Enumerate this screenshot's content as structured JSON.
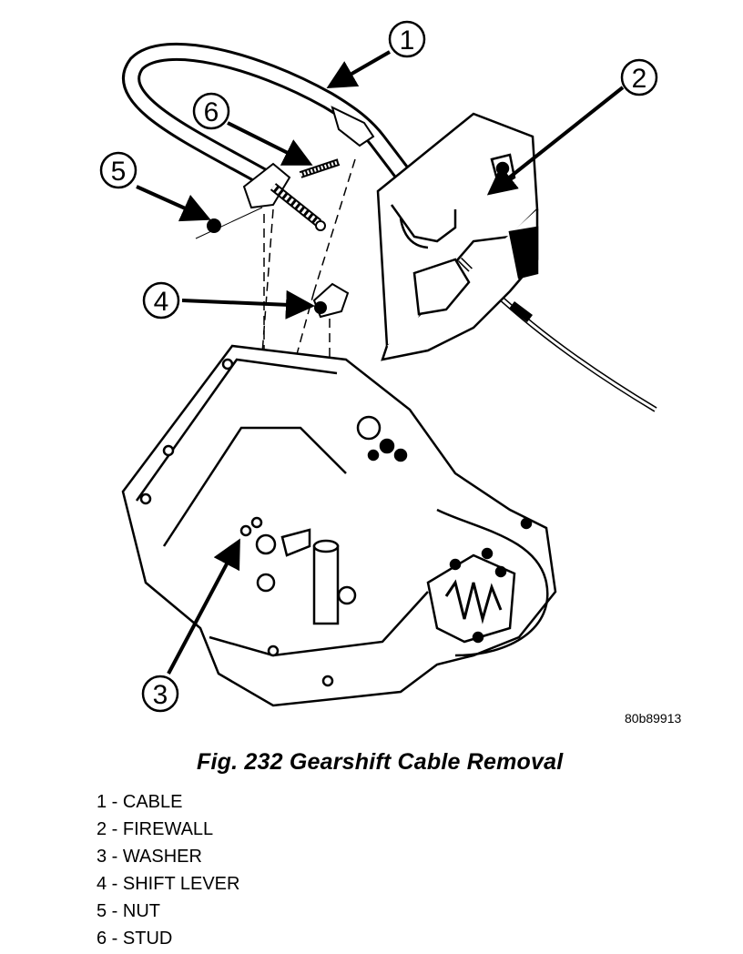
{
  "figure": {
    "code": "80b89913",
    "caption": "Fig. 232 Gearshift Cable Removal"
  },
  "callouts": [
    {
      "number": "1",
      "label": "CABLE"
    },
    {
      "number": "2",
      "label": "FIREWALL"
    },
    {
      "number": "3",
      "label": "WASHER"
    },
    {
      "number": "4",
      "label": "SHIFT LEVER"
    },
    {
      "number": "5",
      "label": "NUT"
    },
    {
      "number": "6",
      "label": "STUD"
    }
  ],
  "legend": [
    "1 - CABLE",
    "2 - FIREWALL",
    "3 - WASHER",
    "4 - SHIFT LEVER",
    "5 - NUT",
    "6 - STUD"
  ]
}
